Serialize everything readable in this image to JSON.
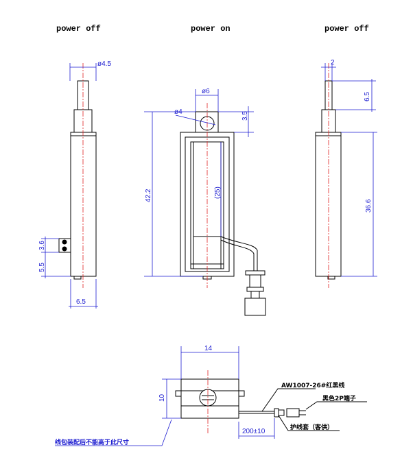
{
  "titles": {
    "left": "power off",
    "center": "power on",
    "right": "power off"
  },
  "dimensions": {
    "left_phi": "ø4.5",
    "left_36": "3.6",
    "left_55": "5.5",
    "left_65": "6.5",
    "center_phi6": "ø6",
    "center_phi4": "ø4",
    "center_35": "3.5",
    "center_422": "42.2",
    "center_25": "(25)",
    "right_2": "2",
    "right_65": "6.5",
    "right_366": "36.6",
    "bottom_14": "14",
    "bottom_10": "10",
    "bottom_200": "200±10"
  },
  "notes": {
    "wire": "AW1007-26#红黑线",
    "terminal": "黑色2P端子",
    "sleeve": "护线套（客供）",
    "coil": "线包装配后不能高于此尺寸"
  },
  "colors": {
    "dimension": "#1a1ad0",
    "centerline": "#e02020",
    "outline": "#000000"
  }
}
